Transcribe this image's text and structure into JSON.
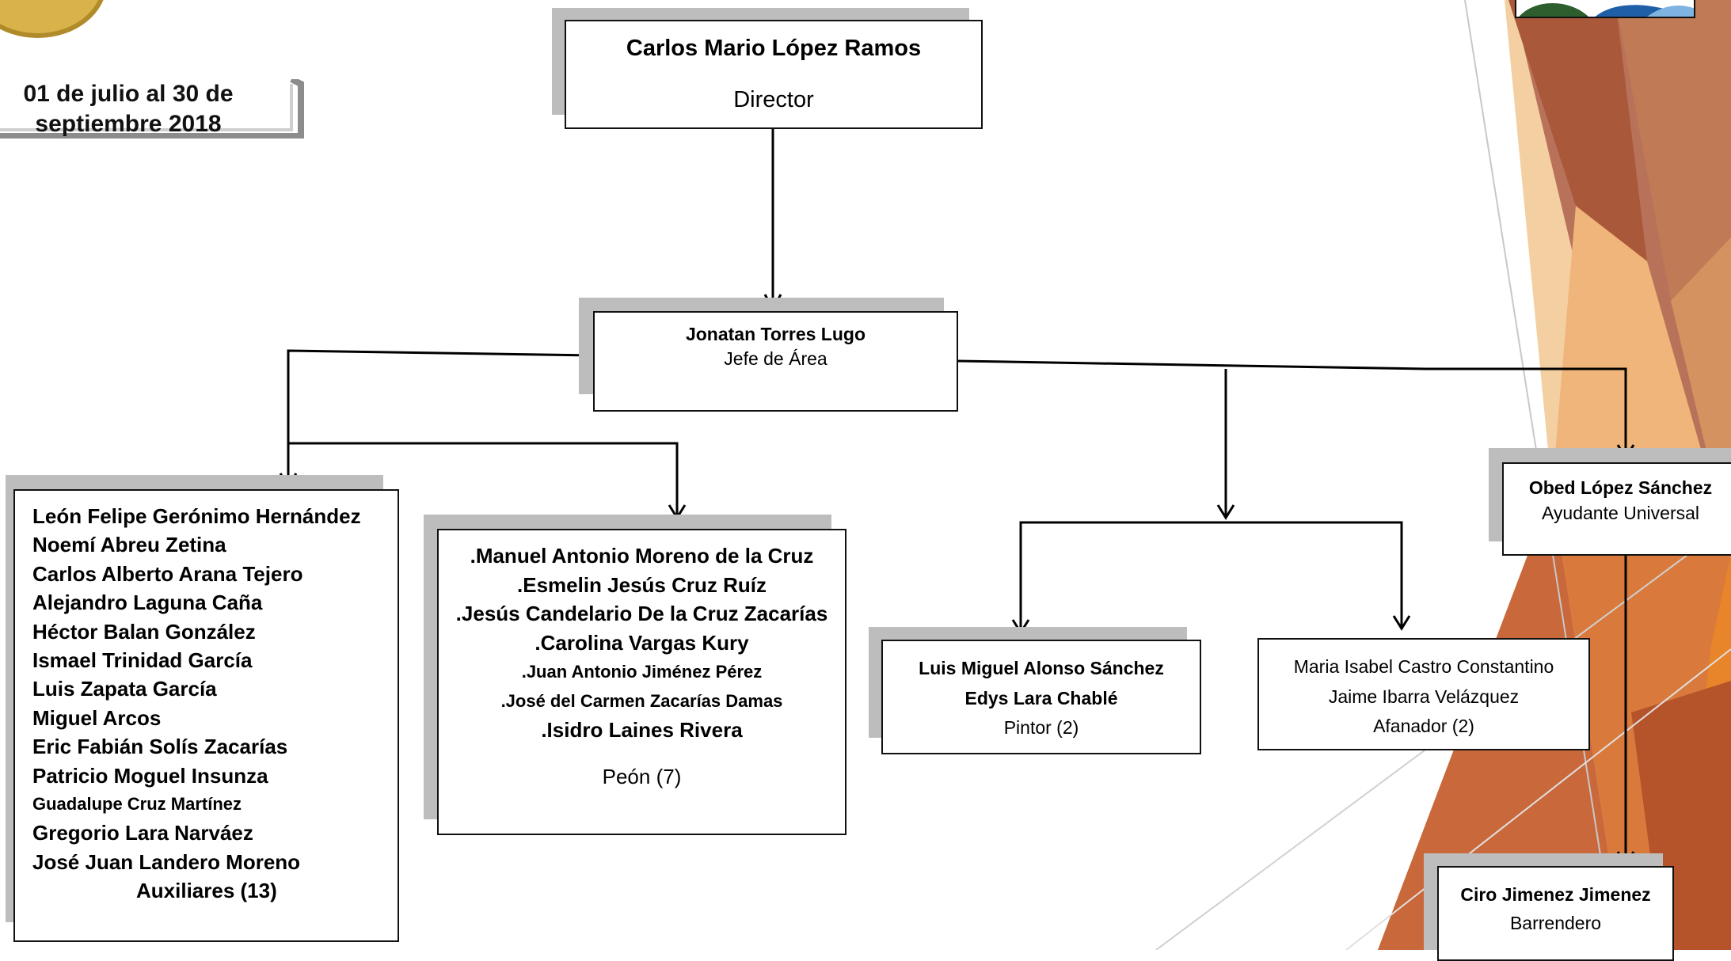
{
  "header": {
    "date_line1": "01 de julio al 30 de",
    "date_line2": "septiembre 2018"
  },
  "director": {
    "name": "Carlos Mario López Ramos",
    "role": "Director"
  },
  "jefe": {
    "name": "Jonatan Torres Lugo",
    "role": "Jefe de Área"
  },
  "auxiliares": {
    "names": [
      "León Felipe Gerónimo Hernández",
      "Noemí Abreu Zetina",
      "Carlos Alberto Arana Tejero",
      "Alejandro Laguna Caña",
      "Héctor Balan González",
      "Ismael Trinidad García",
      "Luis Zapata García",
      "Miguel Arcos",
      "Eric Fabián Solís Zacarías",
      "Patricio Moguel Insunza",
      "Guadalupe Cruz Martínez",
      "Gregorio Lara Narváez",
      "José Juan Landero Moreno"
    ],
    "role": "Auxiliares (13)"
  },
  "peones": {
    "names": [
      ".Manuel Antonio Moreno de la Cruz",
      ".Esmelin Jesús Cruz Ruíz",
      ".Jesús Candelario De la Cruz Zacarías",
      ".Carolina Vargas Kury",
      ".Juan Antonio Jiménez Pérez",
      ".José del Carmen Zacarías Damas",
      ".Isidro Laines Rivera"
    ],
    "role": "Peón (7)"
  },
  "pintores": {
    "names": [
      "Luis Miguel Alonso Sánchez",
      "Edys Lara Chablé"
    ],
    "role": "Pintor (2)"
  },
  "afanadores": {
    "names": [
      "Maria Isabel Castro Constantino",
      "Jaime Ibarra Velázquez"
    ],
    "role": "Afanador (2)"
  },
  "ayudante": {
    "name": "Obed López Sánchez",
    "role": "Ayudante Universal"
  },
  "barrendero": {
    "name": "Ciro Jimenez Jimenez",
    "role": "Barrendero"
  },
  "colors": {
    "line": "#000000",
    "shadow": "#bdbdbd",
    "decor_brown": "#a9583a",
    "decor_orange": "#e8842a",
    "decor_peach": "#f2c08a"
  }
}
